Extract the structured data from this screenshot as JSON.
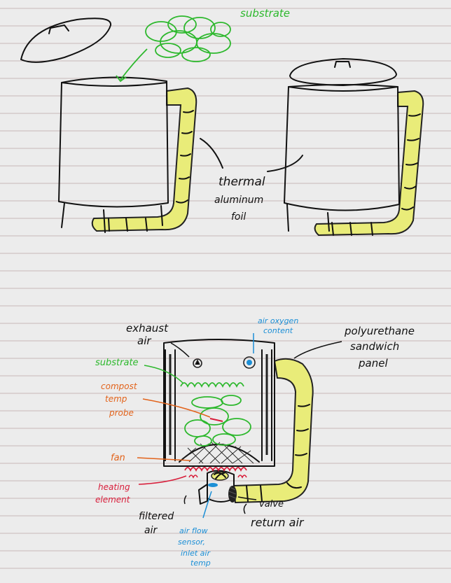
{
  "labels": {
    "substrate_top": "substrate",
    "thermal_foil": [
      "thermal",
      "aluminum",
      "foil"
    ],
    "exhaust_air": [
      "exhaust",
      "air"
    ],
    "air_oxygen": [
      "air oxygen",
      "content"
    ],
    "polyurethane": [
      "polyurethane",
      "sandwich",
      "panel"
    ],
    "substrate_bottom": "substrate",
    "compost_probe": [
      "compost",
      "temp",
      "probe"
    ],
    "fan": "fan",
    "heating_element": [
      "heating",
      "element"
    ],
    "valve": "valve",
    "filtered_air": [
      "filtered",
      "air"
    ],
    "return_air": "return air",
    "air_flow_sensor": [
      "air flow",
      "sensor,",
      "inlet air",
      "temp"
    ]
  },
  "colors": {
    "paper": "#ececec",
    "rule_line": "#c9b8b8",
    "ink": "#111111",
    "green": "#2db82d",
    "blue": "#1c8fd6",
    "orange": "#e2631b",
    "red": "#d81d3a",
    "pipe_yellow": "#e9ec79"
  }
}
